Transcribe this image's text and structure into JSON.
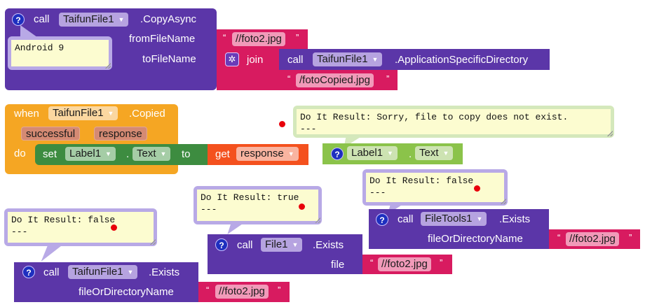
{
  "blocks": {
    "copy_async": {
      "call_label": "call",
      "component": "TaifunFile1",
      "method": ".CopyAsync",
      "params": [
        "fromFileName",
        "toFileName"
      ],
      "comment": "Android 9",
      "from_value": "//foto2.jpg",
      "join_label": "join",
      "inner_call": {
        "call_label": "call",
        "component": "TaifunFile1",
        "method": ".ApplicationSpecificDirectory"
      },
      "join_string": "/fotoCopied.jpg"
    },
    "copied_event": {
      "when_label": "when",
      "component": "TaifunFile1",
      "event": ".Copied",
      "params": [
        "successful",
        "response"
      ],
      "do_label": "do",
      "set_label": "set",
      "set_component": "Label1",
      "set_property": "Text",
      "dot": ".",
      "to_label": "to",
      "get_label": "get",
      "get_var": "response"
    },
    "label_getter": {
      "component": "Label1",
      "dot": ".",
      "property": "Text",
      "result": "Do It Result: Sorry, file to copy does not exist.\n---"
    },
    "filetools_exists": {
      "call_label": "call",
      "component": "FileTools1",
      "method": ".Exists",
      "param": "fileOrDirectoryName",
      "value": "//foto2.jpg",
      "result": "Do It Result: false\n---"
    },
    "file1_exists": {
      "call_label": "call",
      "component": "File1",
      "method": ".Exists",
      "param": "file",
      "value": "//foto2.jpg",
      "result": "Do It Result: true\n---"
    },
    "taifun_exists": {
      "call_label": "call",
      "component": "TaifunFile1",
      "method": ".Exists",
      "param": "fileOrDirectoryName",
      "value": "//foto2.jpg",
      "result": "Do It Result: false\n---"
    }
  },
  "symbols": {
    "help": "?",
    "caret": "▼",
    "open_quote": "“",
    "close_quote": "”",
    "gear": "✲"
  },
  "colors": {
    "component_purple": "#5b36a8",
    "text_pink": "#d81b60",
    "event_orange": "#f5a623",
    "setter_green": "#3d8c40",
    "variable_red": "#f4511e",
    "getter_lime": "#8bc34a",
    "breakpoint_red": "#e8000b"
  }
}
